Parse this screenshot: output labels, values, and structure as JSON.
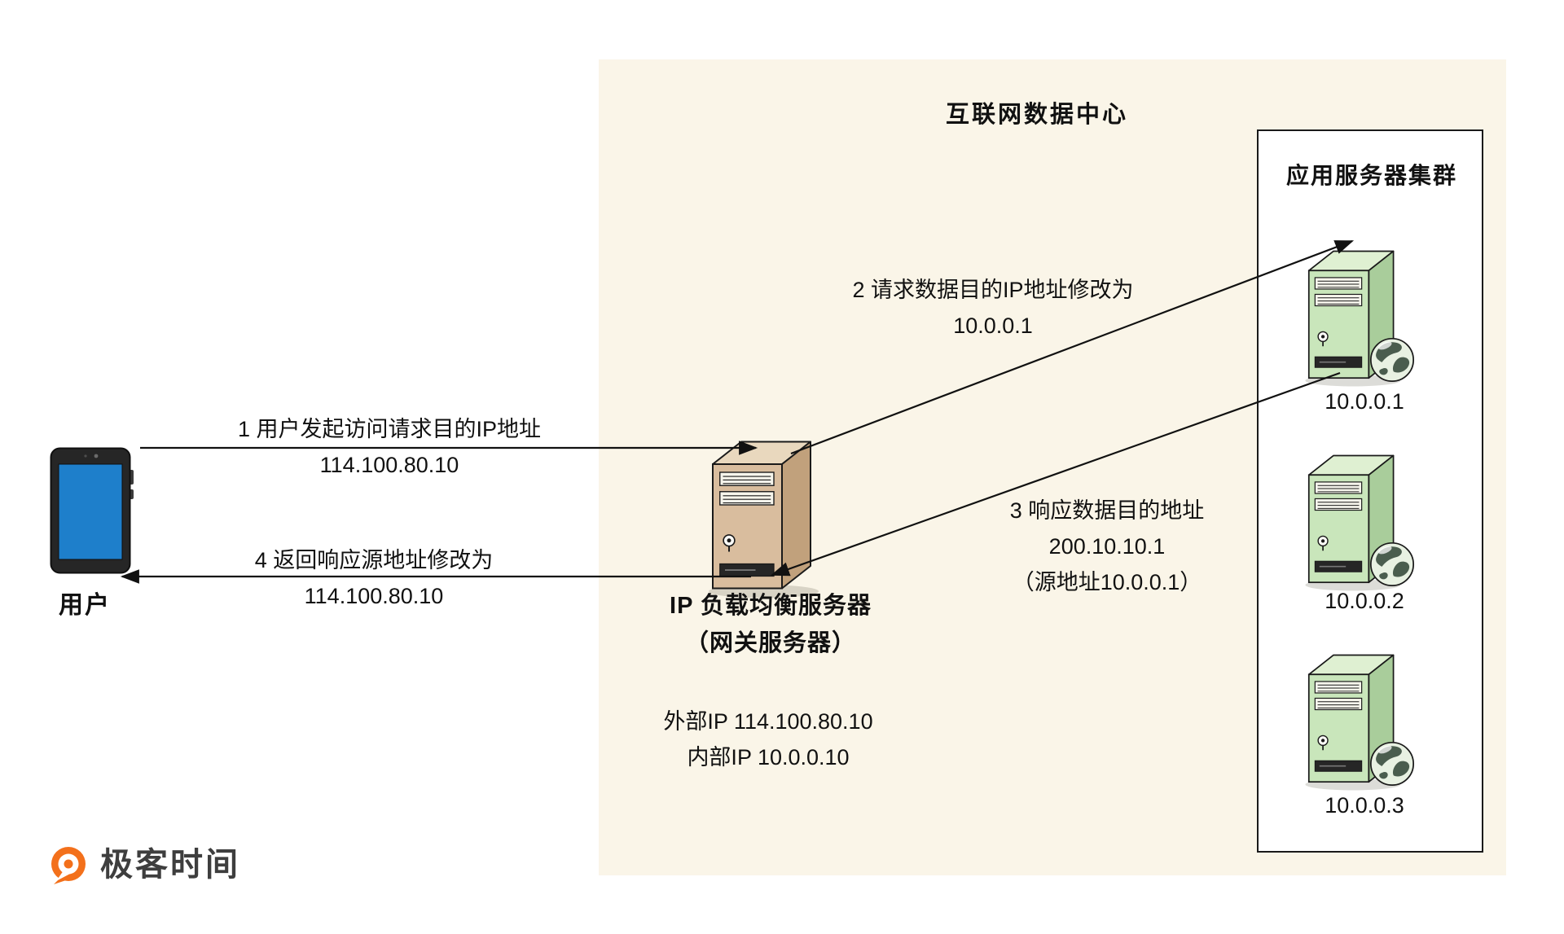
{
  "idc": {
    "title": "互联网数据中心"
  },
  "cluster": {
    "label": "应用服务器集群",
    "servers": [
      {
        "ip": "10.0.0.1"
      },
      {
        "ip": "10.0.0.2"
      },
      {
        "ip": "10.0.0.3"
      }
    ]
  },
  "load_balancer": {
    "name_lines": [
      "IP 负载均衡服务器",
      "（网关服务器）"
    ],
    "ip_lines": [
      "外部IP 114.100.80.10",
      "内部IP 10.0.0.10"
    ]
  },
  "user": {
    "label": "用户"
  },
  "arrows": [
    {
      "lines": [
        "1 用户发起访问请求目的IP地址",
        "114.100.80.10"
      ]
    },
    {
      "lines": [
        "2 请求数据目的IP地址修改为",
        "10.0.0.1"
      ]
    },
    {
      "lines": [
        "3 响应数据目的地址",
        "200.10.10.1",
        "（源地址10.0.0.1）"
      ]
    },
    {
      "lines": [
        "4 返回响应源地址修改为",
        "114.100.80.10"
      ]
    }
  ],
  "logo": {
    "text": "极客时间"
  },
  "colors": {
    "cream": "#FAF5E8",
    "ink": "#111111",
    "server-green-face": "#C9E6BB",
    "server-green-side": "#A9CD9B",
    "server-green-top": "#DFF0D2",
    "lb-face": "#D9BD9E",
    "lb-side": "#C1A17C",
    "lb-top": "#E9D8BE",
    "screen-blue": "#1E7FCB",
    "logo-orange": "#F3701B"
  }
}
